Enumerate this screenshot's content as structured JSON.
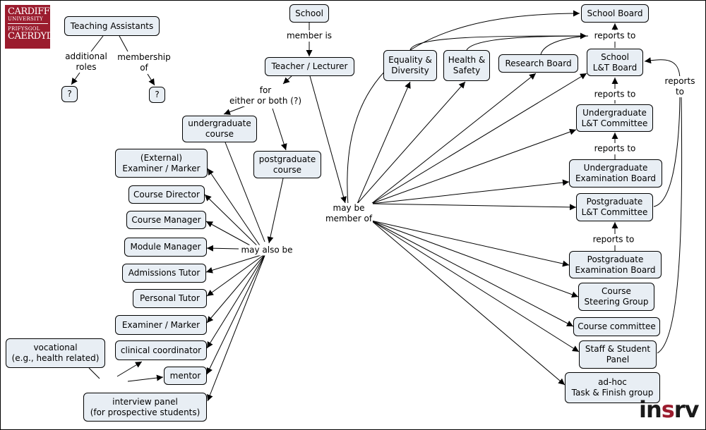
{
  "logo": {
    "line1": "CARDIFF",
    "line2": "UNIVERSITY",
    "line3": "PRIFYSGOL",
    "line4": "CAERDYDD"
  },
  "brand": {
    "prefix": "in",
    "accent": "s",
    "suffix": "rv",
    "accent_color": "#9b1c2e"
  },
  "nodes": {
    "teaching_assistants": "Teaching Assistants",
    "q1": "?",
    "q2": "?",
    "school": "School",
    "teacher": "Teacher / Lecturer",
    "ug_course": "undergraduate\ncourse",
    "pg_course": "postgraduate\ncourse",
    "ext_examiner": "(External)\nExaminer / Marker",
    "course_director": "Course Director",
    "course_manager": "Course Manager",
    "module_manager": "Module Manager",
    "admissions_tutor": "Admissions Tutor",
    "personal_tutor": "Personal Tutor",
    "examiner_marker": "Examiner / Marker",
    "clinical_coordinator": "clinical coordinator",
    "mentor": "mentor",
    "interview_panel": "interview panel\n(for prospective students)",
    "vocational": "vocational\n(e.g., health related)",
    "school_board": "School Board",
    "equality": "Equality &\nDiversity",
    "health_safety": "Health &\nSafety",
    "research_board": "Research Board",
    "school_lt": "School\nL&T Board",
    "ug_lt": "Undergraduate\nL&T Committee",
    "ug_exam": "Undergraduate\nExamination Board",
    "pg_lt": "Postgraduate\nL&T Committee",
    "pg_exam": "Postgraduate\nExamination Board",
    "steering": "Course\nSteering Group",
    "committee": "Course committee",
    "staff_student": "Staff & Student\nPanel",
    "adhoc": "ad-hoc\nTask & Finish group"
  },
  "labels": {
    "additional_roles": "additional\nroles",
    "membership_of": "membership\nof",
    "member_is": "member is",
    "for_either": "for\neither or both (?)",
    "may_also_be": "may also be",
    "may_be_member_of": "may be\nmember of",
    "reports_to_1": "reports to",
    "reports_to_2": "reports to",
    "reports_to_3": "reports to",
    "reports_to_4": "reports to",
    "reports_to_5": "reports to"
  }
}
